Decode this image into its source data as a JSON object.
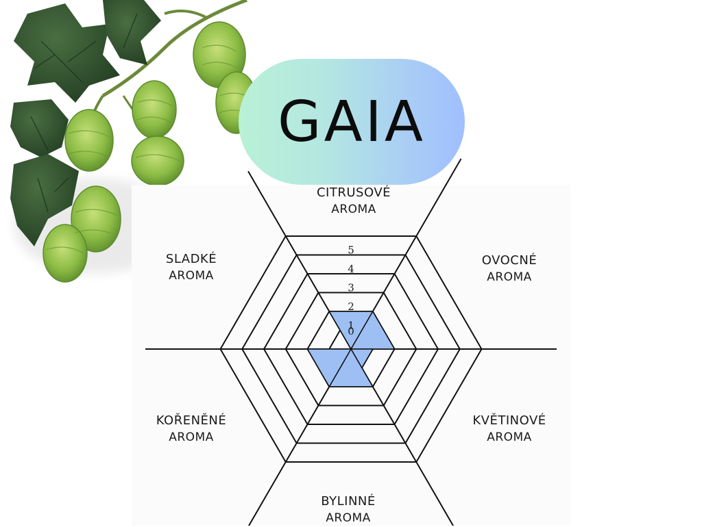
{
  "title": "GAIA",
  "chart_data": {
    "type": "radar",
    "axes": [
      {
        "name": "CITRUSOVÉ",
        "unit": "AROMA",
        "value": 2
      },
      {
        "name": "OVOCNÉ",
        "unit": "AROMA",
        "value": 2
      },
      {
        "name": "KVĚTINOVÉ",
        "unit": "AROMA",
        "value": 1
      },
      {
        "name": "BYLINNÉ",
        "unit": "AROMA",
        "value": 2
      },
      {
        "name": "KOŘENĚNÉ",
        "unit": "AROMA",
        "value": 2
      },
      {
        "name": "SLADKÉ",
        "unit": "AROMA",
        "value": 0
      }
    ],
    "scale": {
      "min": 0,
      "max": 5,
      "ticks": [
        "0",
        "1",
        "2",
        "3",
        "4",
        "5"
      ]
    },
    "fill_color": "#9dbff3",
    "grid_color": "#111111"
  },
  "colors": {
    "title_gradient": [
      "#b9f1d6",
      "#9fbfff"
    ],
    "leaf": "#2f4f2c",
    "cone": "#8fbf4a"
  },
  "decoration": {
    "image": "hop-branch-icon"
  }
}
